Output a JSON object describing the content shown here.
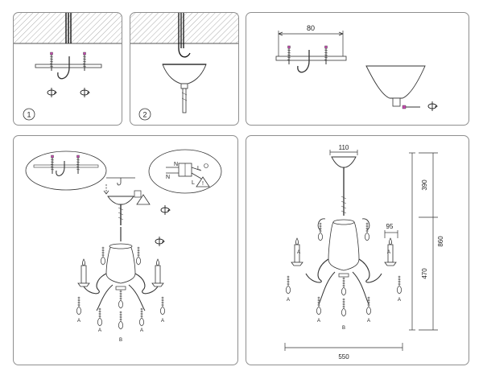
{
  "steps": {
    "step1": "1",
    "step2": "2"
  },
  "mount": {
    "width": "80"
  },
  "wiring": {
    "n_top": "N",
    "l_top": "L",
    "n_bottom": "N",
    "l_bottom": "L"
  },
  "dimensions": {
    "canopy": "110",
    "upper": "390",
    "total": "860",
    "lower": "470",
    "cup": "95",
    "span": "550"
  },
  "pendants": {
    "a": "A",
    "b": "B"
  }
}
